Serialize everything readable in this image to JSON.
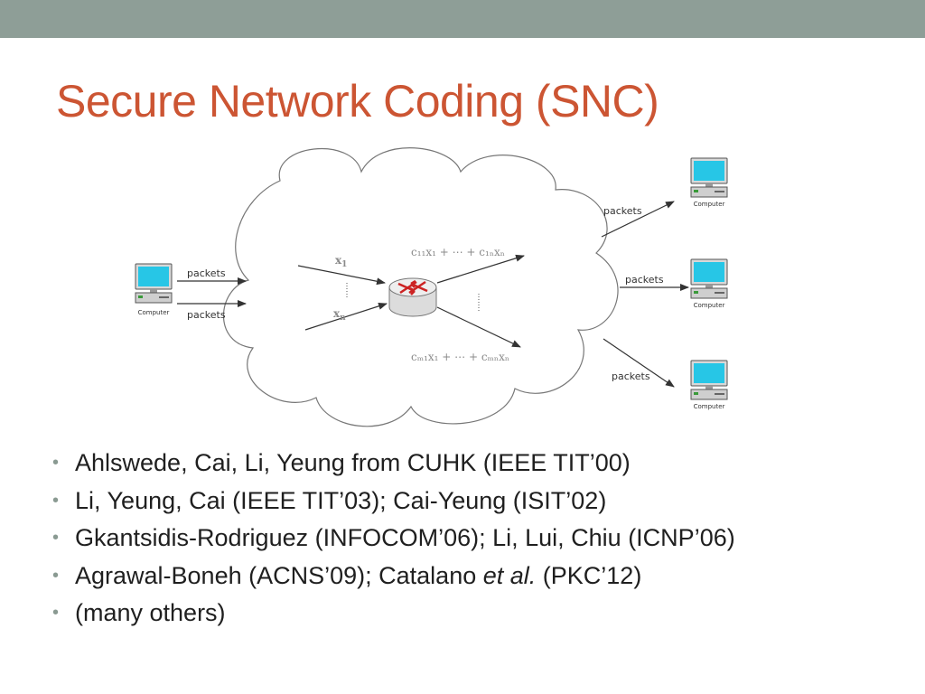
{
  "colors": {
    "top_bar": "#8e9e97",
    "title": "#cc5533",
    "bullet_marker": "#8a9a92",
    "monitor_screen": "#27c6e6",
    "router_arrows": "#cc2222"
  },
  "title": "Secure Network Coding (SNC)",
  "diagram": {
    "computer_label": "Computer",
    "packets_label": "packets",
    "input_labels": [
      "x",
      "x"
    ],
    "input_subscripts": [
      "1",
      "n"
    ],
    "output_label_top": "c₁₁x₁ + ⋯ + c₁ₙxₙ",
    "output_label_bottom": "cₘ₁x₁ + ⋯ + cₘₙxₙ",
    "router_icon": "router-icon",
    "computer_icon": "computer-icon"
  },
  "bullets": [
    {
      "text": "Ahlswede, Cai, Li, Yeung from CUHK (IEEE TIT’00)"
    },
    {
      "text": "Li, Yeung, Cai (IEEE TIT’03); Cai-Yeung (ISIT’02)"
    },
    {
      "text": "Gkantsidis-Rodriguez (INFOCOM’06); Li, Lui, Chiu (ICNP’06)"
    },
    {
      "pre": "Agrawal-Boneh (ACNS’09); Catalano ",
      "italic": "et al.",
      "post": " (PKC’12)"
    },
    {
      "text": "(many others)"
    }
  ]
}
